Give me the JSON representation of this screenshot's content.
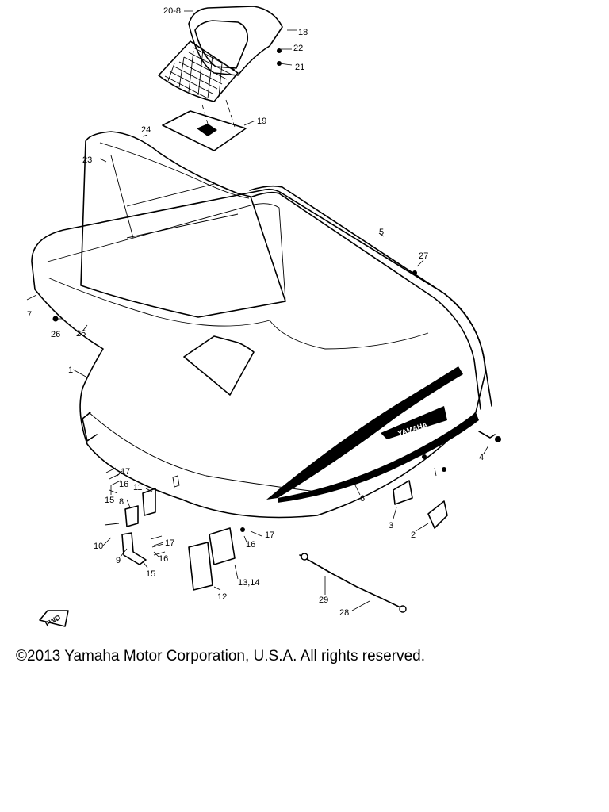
{
  "diagram": {
    "callouts": [
      "20-8",
      "18",
      "22",
      "21",
      "19",
      "24",
      "23",
      "5",
      "27",
      "7",
      "26",
      "25",
      "1",
      "4",
      "17",
      "16",
      "15",
      "11",
      "8",
      "10",
      "9",
      "17",
      "16",
      "15",
      "3",
      "2",
      "6",
      "12",
      "13,14",
      "16",
      "17",
      "29",
      "28"
    ],
    "brand_mark": "YAMAHA",
    "direction_tag": "FWD"
  },
  "footer": {
    "copyright": "©2013 Yamaha Motor Corporation, U.S.A. All rights reserved."
  }
}
